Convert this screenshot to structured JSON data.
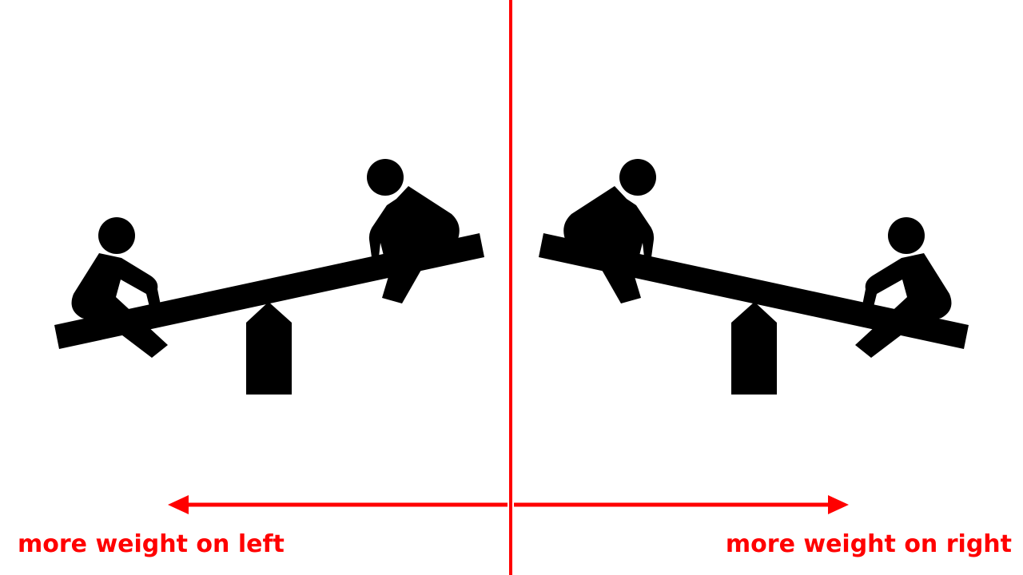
{
  "labels": {
    "left": "more weight on left",
    "right": "more weight on right"
  },
  "colors": {
    "accent": "#ff0000",
    "figure": "#000000",
    "background": "#ffffff"
  },
  "icons": {
    "left_panel": "seesaw-icon",
    "right_panel": "seesaw-icon-mirrored"
  }
}
